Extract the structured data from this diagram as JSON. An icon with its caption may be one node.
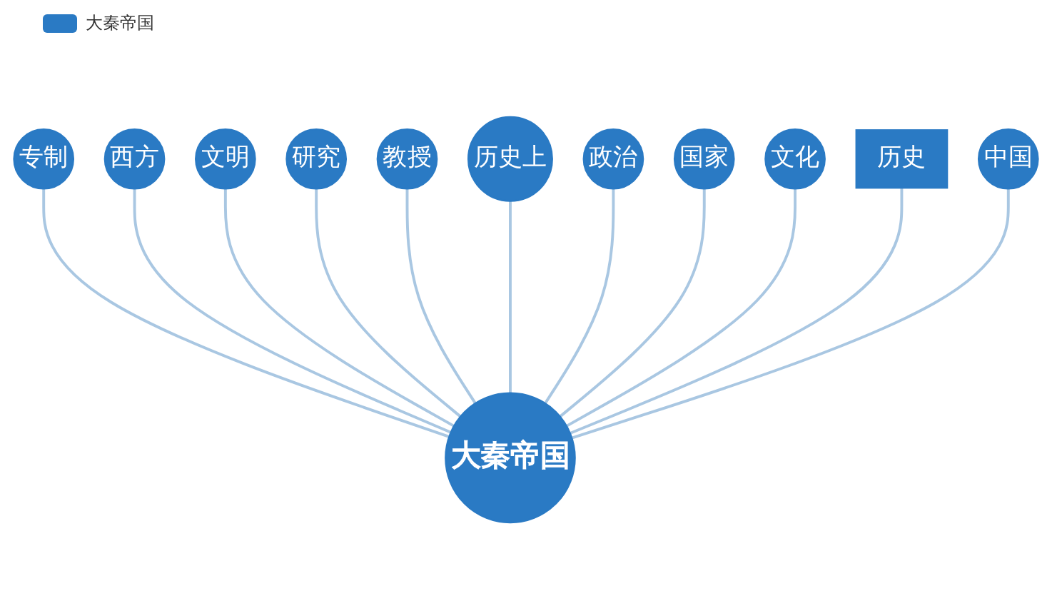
{
  "diagram": {
    "nodes": [
      {
        "text": [
          "专制"
        ]
      },
      {
        "text": [
          "西方"
        ]
      },
      {
        "text": [
          "文明"
        ]
      },
      {
        "text": [
          "研究"
        ]
      },
      {
        "text": [
          "教授"
        ]
      },
      {
        "text": [
          "历史上"
        ]
      },
      {
        "text": [
          "政治"
        ]
      },
      {
        "text": [
          "大秦帝国"
        ]
      },
      {
        "text": [
          "国家"
        ]
      },
      {
        "text": [
          "文化"
        ]
      },
      {
        "text": [
          "历史"
        ]
      },
      {
        "text": [
          "中国"
        ]
      }
    ],
    "edges": [
      {
        "from": 7,
        "to": 0,
        "arrow": "none"
      },
      {
        "from": 7,
        "to": 1,
        "arrow": "none"
      },
      {
        "from": 7,
        "to": 2,
        "arrow": "none"
      },
      {
        "from": 7,
        "to": 3,
        "arrow": "none"
      },
      {
        "from": 7,
        "to": 4,
        "arrow": "none"
      },
      {
        "from": 7,
        "to": 5,
        "arrow": "none"
      },
      {
        "from": 7,
        "to": 6,
        "arrow": "none"
      },
      {
        "from": 7,
        "to": 8,
        "arrow": "none"
      },
      {
        "from": 7,
        "to": 9,
        "arrow": "none"
      },
      {
        "from": 7,
        "to": 10,
        "arrow": "none"
      },
      {
        "from": 7,
        "to": 11,
        "arrow": "none"
      }
    ],
    "legend": [
      {
        "text": "大秦帝国",
        "color": "#2a7ac4"
      }
    ]
  }
}
